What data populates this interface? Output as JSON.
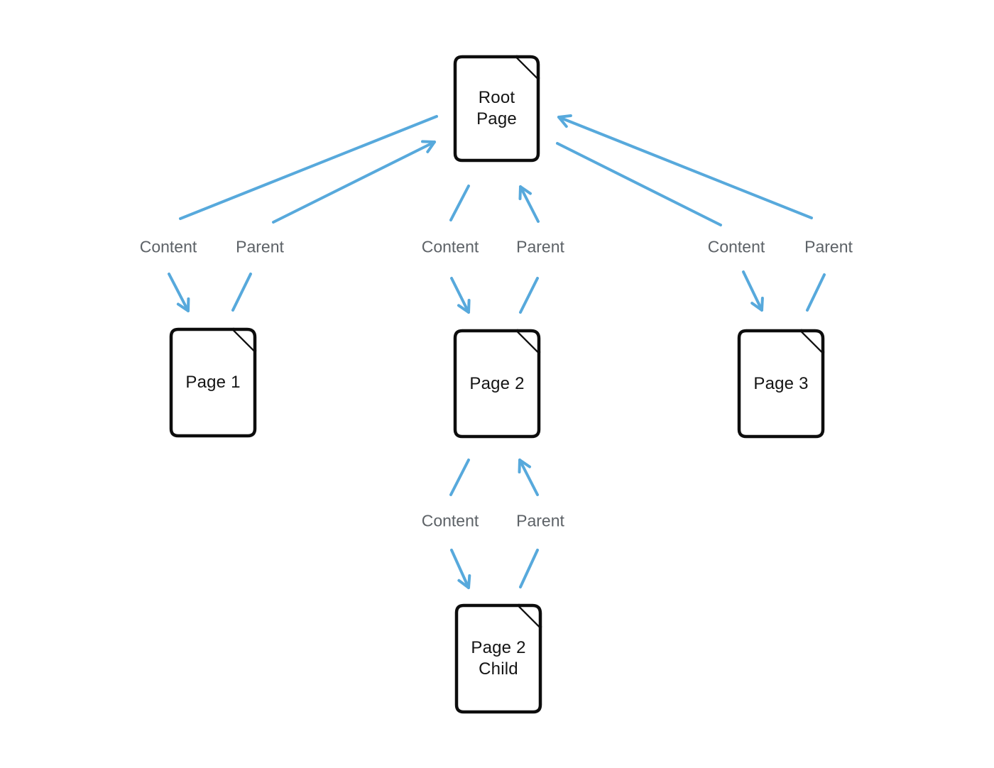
{
  "diagram": {
    "nodes": {
      "root": {
        "lines": [
          "Root",
          "Page"
        ]
      },
      "page1": {
        "lines": [
          "Page 1"
        ]
      },
      "page2": {
        "lines": [
          "Page 2"
        ]
      },
      "page3": {
        "lines": [
          "Page 3"
        ]
      },
      "page2_child": {
        "lines": [
          "Page 2",
          "Child"
        ]
      }
    },
    "edge_labels": {
      "left_content": "Content",
      "left_parent": "Parent",
      "mid_content": "Content",
      "mid_parent": "Parent",
      "right_content": "Content",
      "right_parent": "Parent",
      "bottom_content": "Content",
      "bottom_parent": "Parent"
    },
    "colors": {
      "arrow": "#57A9DC",
      "label": "#5D6267",
      "node_border": "#0D0D0D",
      "background": "#FFFFFF"
    }
  }
}
